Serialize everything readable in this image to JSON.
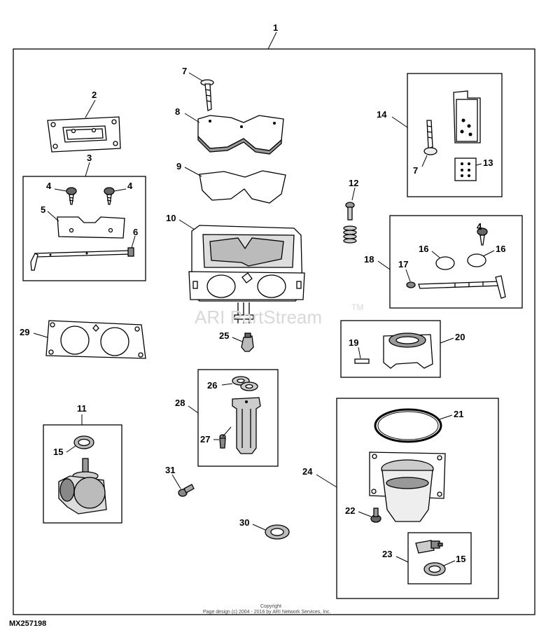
{
  "callouts": {
    "c1": "1",
    "c2": "2",
    "c3": "3",
    "c4a": "4",
    "c4b": "4",
    "c4c": "4",
    "c5": "5",
    "c6": "6",
    "c7a": "7",
    "c7b": "7",
    "c8": "8",
    "c9": "9",
    "c10": "10",
    "c11": "11",
    "c12": "12",
    "c13": "13",
    "c14": "14",
    "c15a": "15",
    "c15b": "15",
    "c16a": "16",
    "c16b": "16",
    "c17": "17",
    "c18": "18",
    "c19": "19",
    "c20": "20",
    "c21": "21",
    "c22": "22",
    "c23": "23",
    "c24": "24",
    "c25": "25",
    "c26": "26",
    "c27": "27",
    "c28": "28",
    "c29": "29",
    "c30": "30",
    "c31": "31"
  },
  "watermark": {
    "text": "ARI PartStream",
    "tm": "TM"
  },
  "copyright": {
    "line1": "Copyright",
    "line2": "Page design (c) 2004 - 2016 by ARI Network Services, Inc."
  },
  "figure_id": "MX257198"
}
